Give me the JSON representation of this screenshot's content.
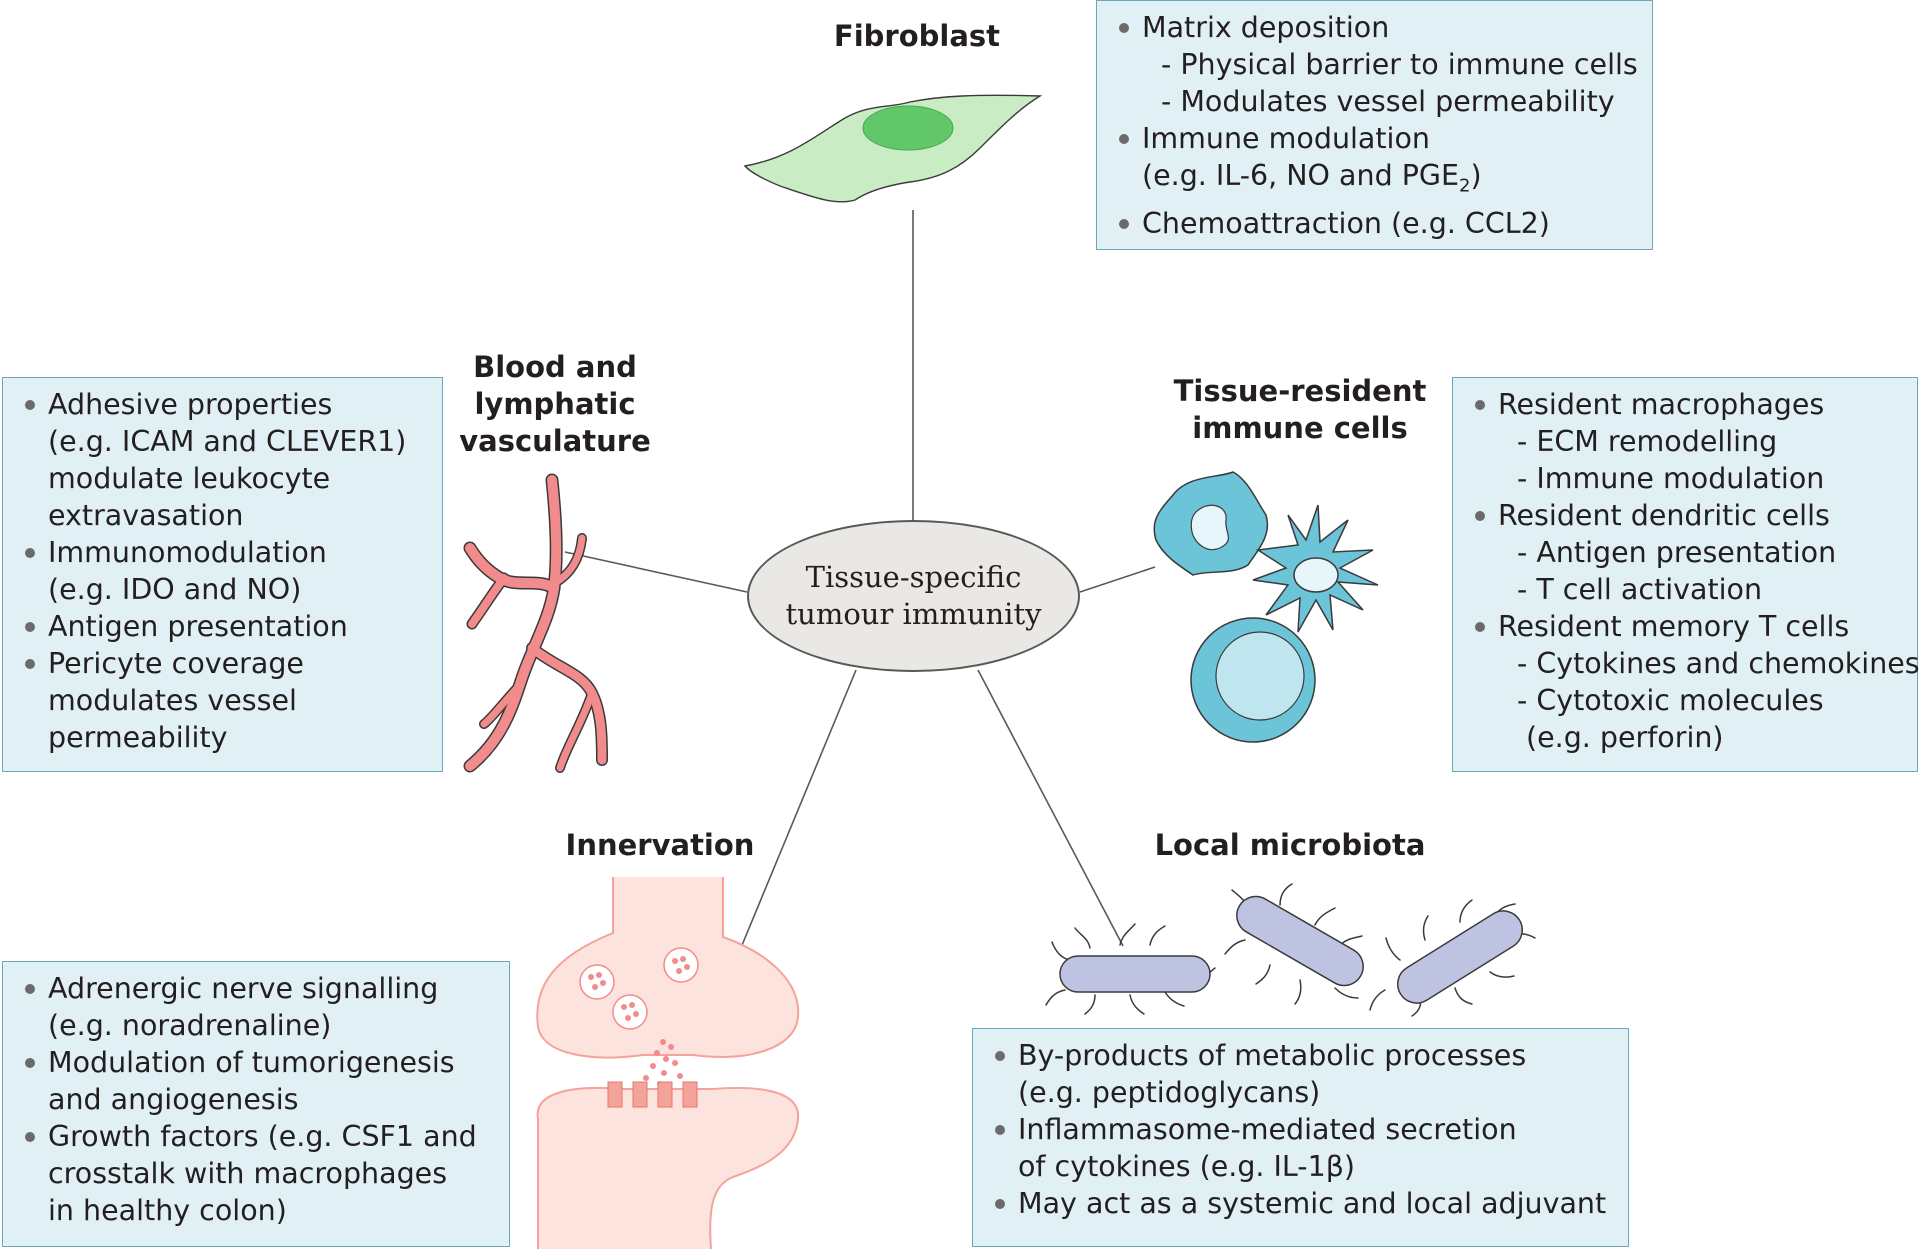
{
  "hub": {
    "line1": "Tissue-specific",
    "line2": "tumour immunity"
  },
  "titles": {
    "fibroblast": "Fibroblast",
    "vasculature": [
      "Blood and",
      "lymphatic",
      "vasculature"
    ],
    "immune": [
      "Tissue-resident",
      "immune cells"
    ],
    "innervation": "Innervation",
    "microbiota": "Local microbiota"
  },
  "fibroblast_box": {
    "items": [
      {
        "lines": [
          "Matrix deposition"
        ],
        "subs": [
          "- Physical barrier to immune cells",
          "- Modulates vessel permeability"
        ]
      },
      {
        "lines": [
          "Immune modulation"
        ],
        "extra": {
          "prefix": "(e.g. IL-6, NO and PGE",
          "sub": "2",
          "suffix": ")"
        }
      },
      {
        "lines": [
          "Chemoattraction (e.g. CCL2)"
        ]
      }
    ]
  },
  "vasculature_box": {
    "items": [
      {
        "lines": [
          "Adhesive properties",
          "(e.g. ICAM and CLEVER1)",
          "modulate leukocyte",
          "extravasation"
        ]
      },
      {
        "lines": [
          "Immunomodulation",
          "(e.g. IDO and NO)"
        ]
      },
      {
        "lines": [
          "Antigen presentation"
        ]
      },
      {
        "lines": [
          "Pericyte coverage",
          "modulates vessel",
          "permeability"
        ]
      }
    ]
  },
  "immune_box": {
    "items": [
      {
        "lines": [
          "Resident macrophages"
        ],
        "subs": [
          "- ECM remodelling",
          "- Immune modulation"
        ]
      },
      {
        "lines": [
          "Resident dendritic cells"
        ],
        "subs": [
          "- Antigen presentation",
          "- T cell activation"
        ]
      },
      {
        "lines": [
          "Resident memory T cells"
        ],
        "subs": [
          "- Cytokines and chemokines",
          "- Cytotoxic molecules",
          "(e.g. perforin)"
        ]
      }
    ]
  },
  "innervation_box": {
    "items": [
      {
        "lines": [
          "Adrenergic nerve signalling",
          "(e.g. noradrenaline)"
        ]
      },
      {
        "lines": [
          "Modulation of tumorigenesis",
          "and angiogenesis"
        ]
      },
      {
        "lines": [
          "Growth factors (e.g. CSF1 and",
          "crosstalk with macrophages",
          "in healthy colon)"
        ]
      }
    ]
  },
  "microbiota_box": {
    "items": [
      {
        "lines": [
          "By-products of metabolic processes",
          "(e.g. peptidoglycans)"
        ]
      },
      {
        "lines": [
          "Inflammasome-mediated secretion",
          "of cytokines (e.g. IL-1β)"
        ]
      },
      {
        "lines": [
          "May act as a systemic and local adjuvant"
        ]
      }
    ]
  },
  "colors": {
    "box_fill": "#e1f0f4",
    "box_border": "#6aa9bd",
    "fibroblast": "#c9ecc4",
    "fibroblast_nucleus": "#62c768",
    "vessel": "#f28b8b",
    "immune_cell": "#6cc4d8",
    "synapse": "#fde3de",
    "synapse_stroke": "#f4a39a",
    "bacteria": "#bfc3e2",
    "hub": "#e9e8e4"
  }
}
